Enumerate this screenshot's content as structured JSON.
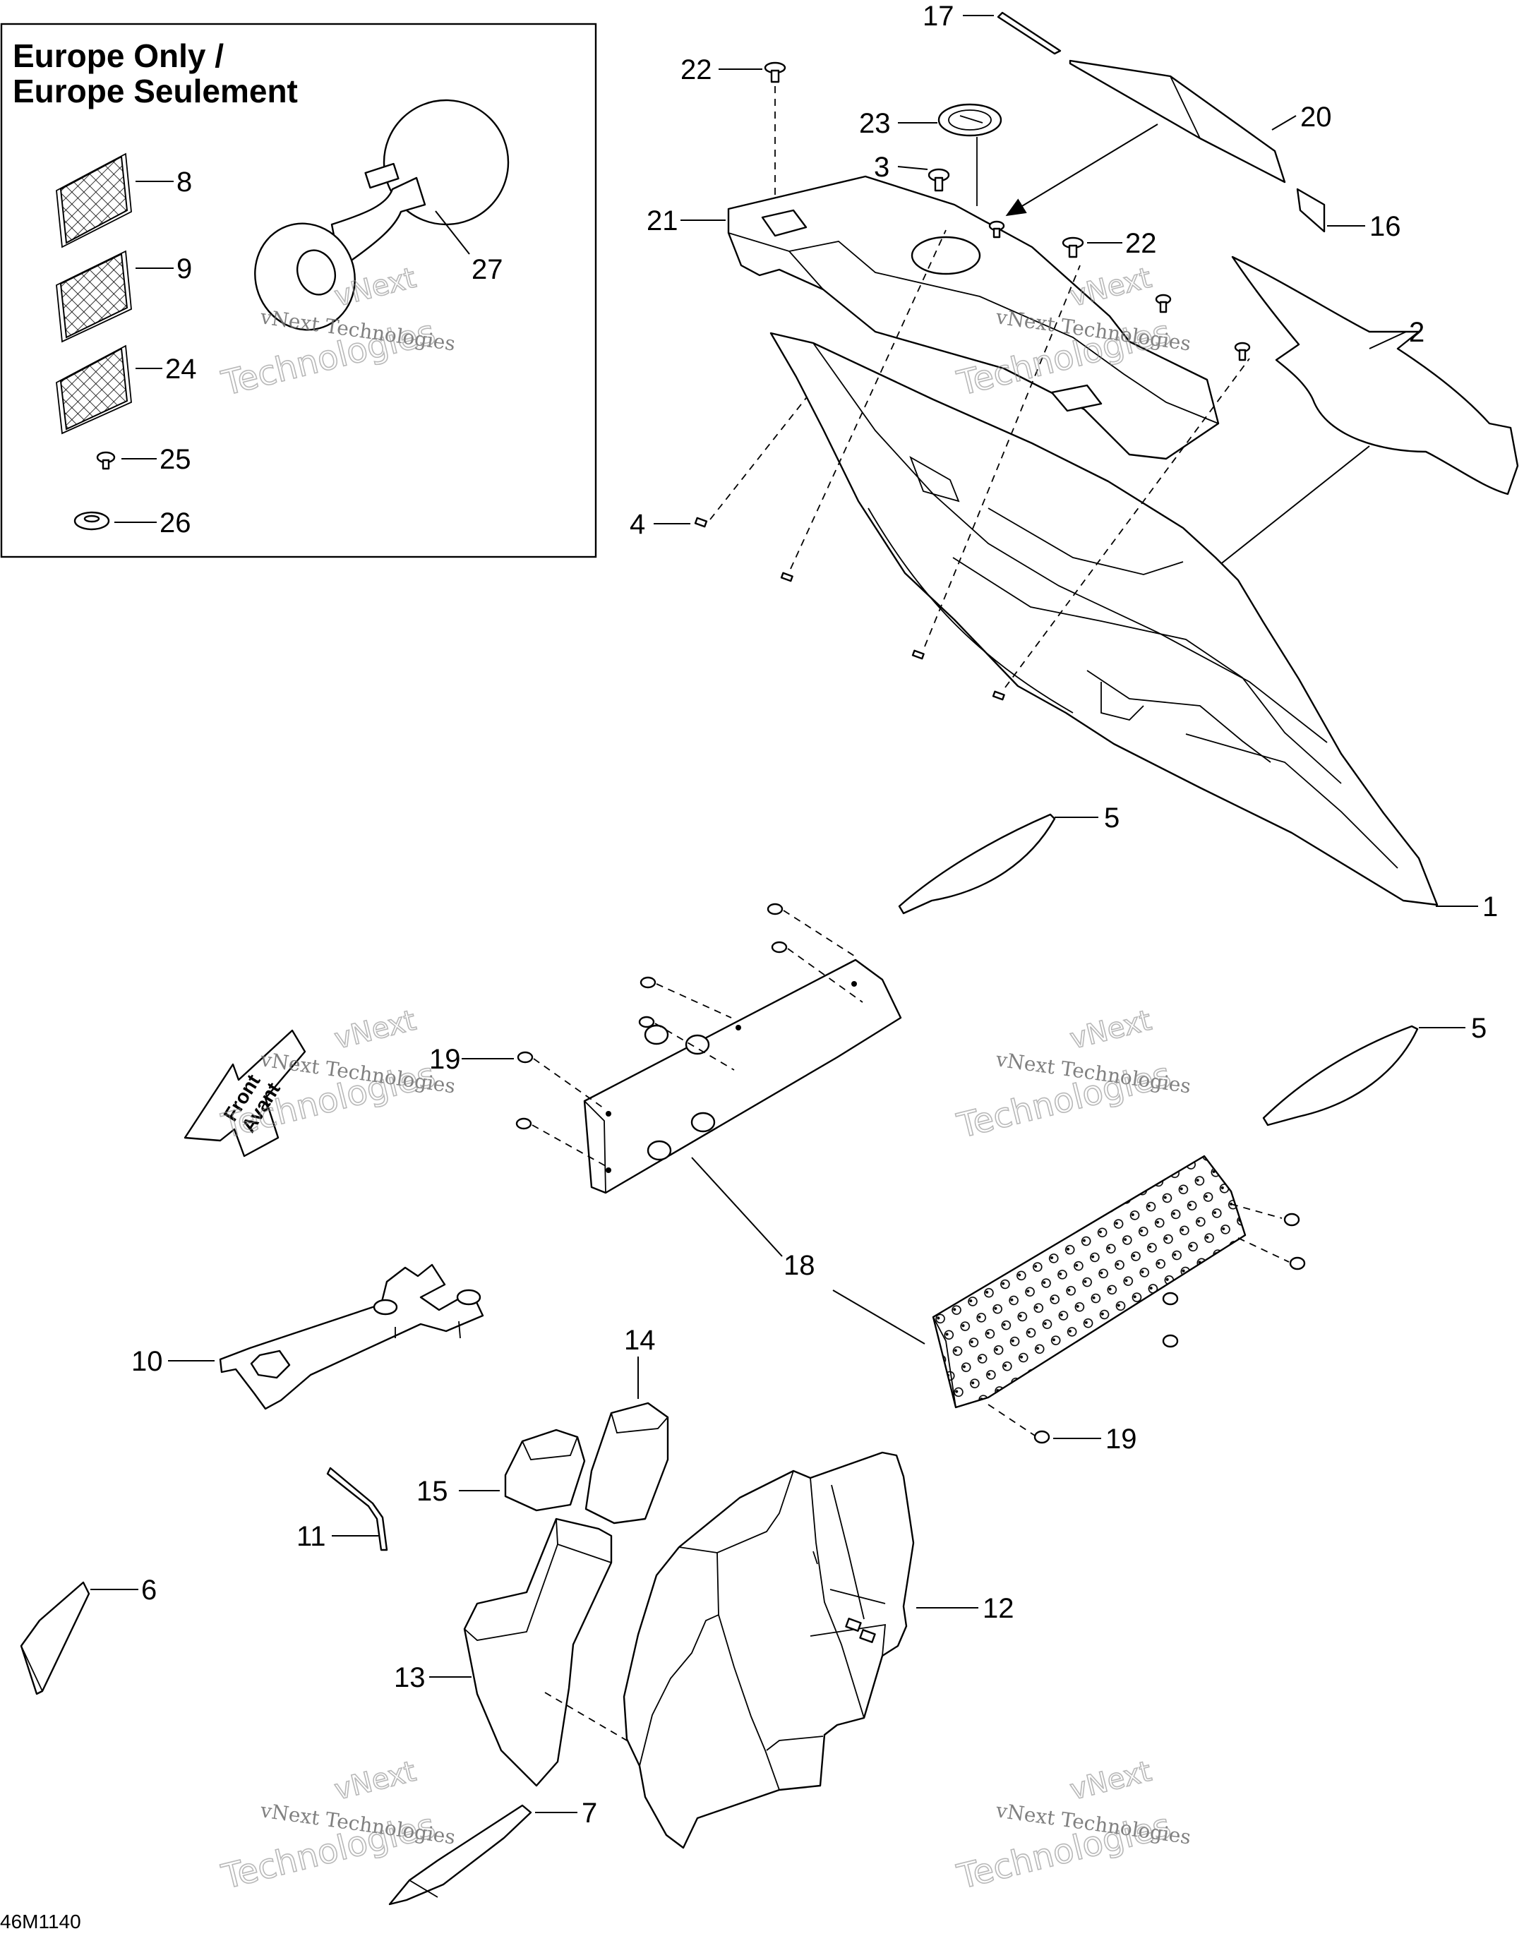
{
  "inset": {
    "title_line1": "Europe Only /",
    "title_line2": "Europe Seulement"
  },
  "labels": {
    "p1": "1",
    "p2": "2",
    "p3": "3",
    "p4": "4",
    "p5a": "5",
    "p5b": "5",
    "p6": "6",
    "p7": "7",
    "p8": "8",
    "p9": "9",
    "p10": "10",
    "p11": "11",
    "p12": "12",
    "p13": "13",
    "p14": "14",
    "p15": "15",
    "p16": "16",
    "p17": "17",
    "p18": "18",
    "p19a": "19",
    "p19b": "19",
    "p20": "20",
    "p21": "21",
    "p22a": "22",
    "p22b": "22",
    "p23": "23",
    "p24": "24",
    "p25": "25",
    "p26": "26",
    "p27": "27"
  },
  "direction_arrow": {
    "line1": "Front",
    "line2": "Avant"
  },
  "watermark": {
    "brand": "vNext",
    "line1": "vNext Technologies",
    "line2": "Technologies"
  },
  "diagram_code": "46M1140"
}
